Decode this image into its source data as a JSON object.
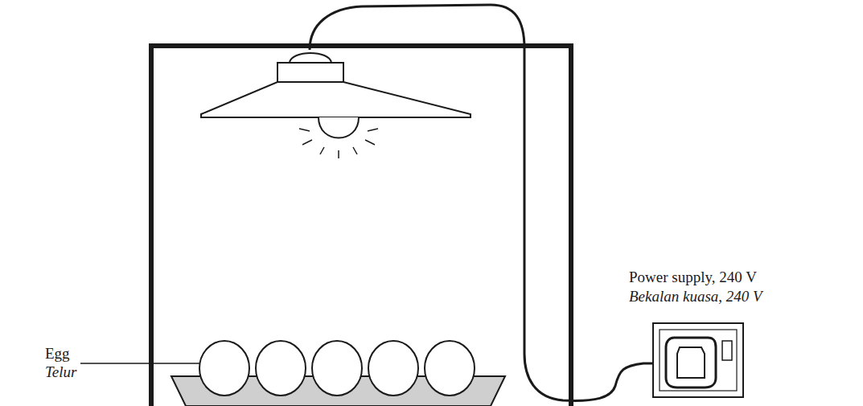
{
  "diagram": {
    "labels": [
      "Egg",
      "Telur",
      "Power supply, 240 V",
      "Bekalan kuasa, 240 V"
    ]
  }
}
